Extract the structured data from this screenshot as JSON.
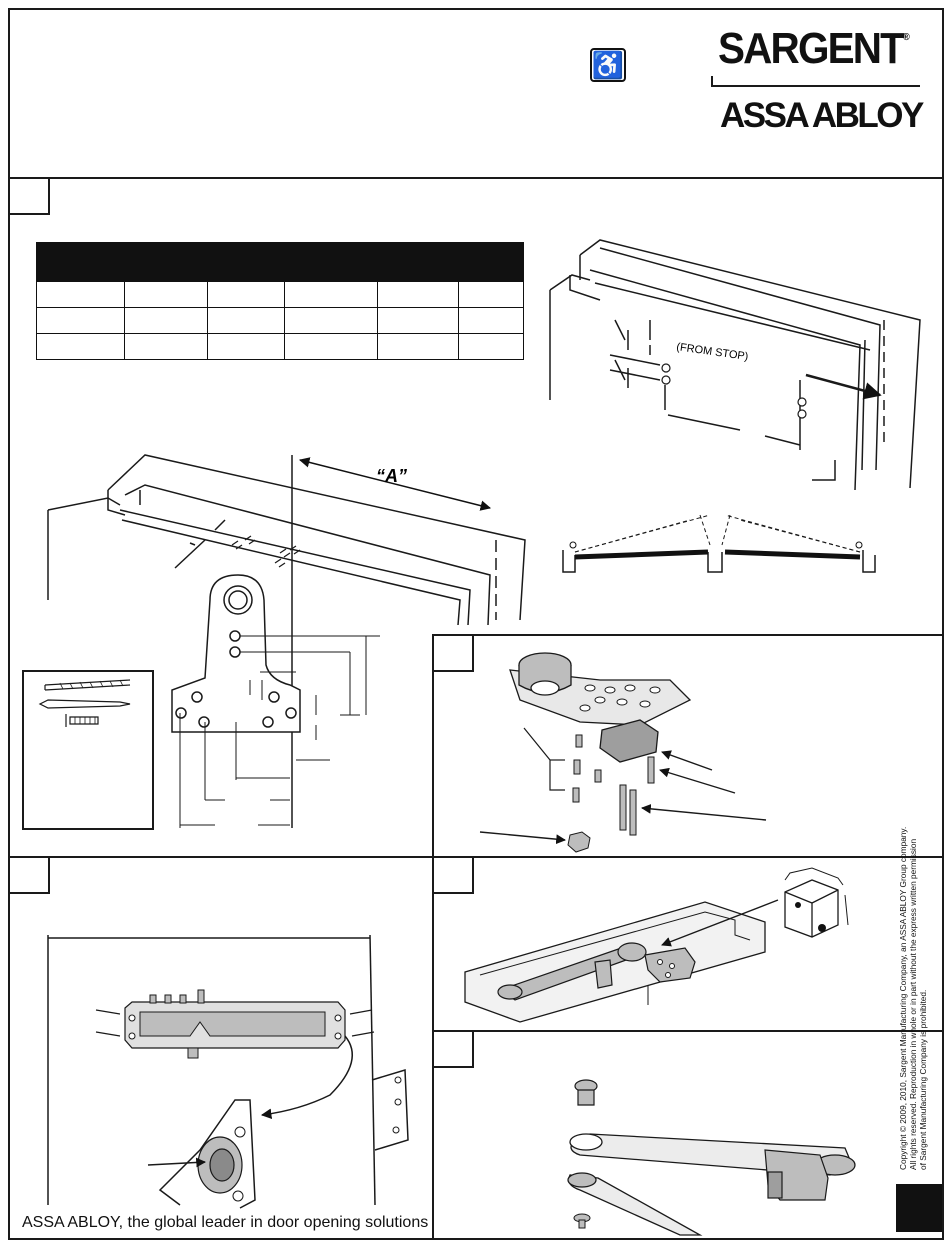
{
  "brand": {
    "name": "SARGENT",
    "registered_mark": "®",
    "parent": "ASSA ABLOY"
  },
  "header": {
    "ada_icon": "wheelchair-icon"
  },
  "diagrams": {
    "stop_label": "(FROM STOP)",
    "dimension_a": "“A”"
  },
  "footer": {
    "tagline": "ASSA ABLOY, the global leader in door opening solutions",
    "copyright_line1": "Copyright © 2009, 2010, Sargent Manufacturing Company, an ASSA ABLOY Group company.",
    "copyright_line2": "All rights reserved. Reproduction in whole or in part without the express written permission",
    "copyright_line3": "of Sargent Manufacturing Company is prohibited."
  },
  "colors": {
    "ink": "#1a1a1a",
    "part_fill": "#bdbdbd",
    "table_header": "#111111"
  }
}
